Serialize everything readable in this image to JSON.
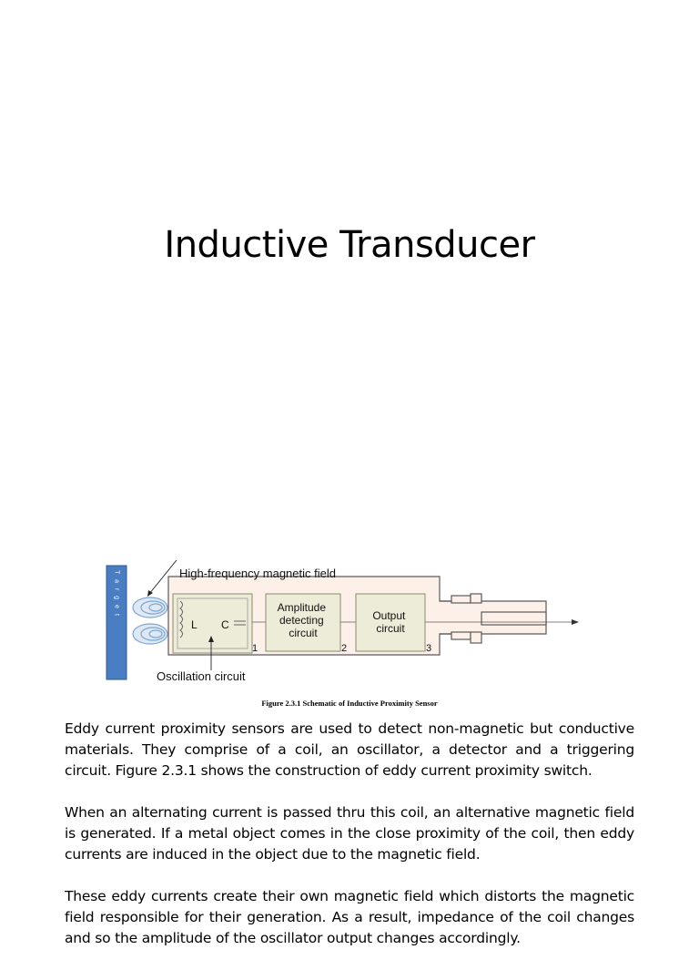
{
  "page": {
    "title": "Inductive Transducer"
  },
  "figure": {
    "target_label": "T a r g e t",
    "field_label": "High-frequency magnetic field",
    "inductor_label": "L",
    "capacitor_label": "C",
    "amplitude_block": [
      "Amplitude",
      "detecting",
      "circuit"
    ],
    "output_block": [
      "Output",
      "circuit"
    ],
    "node_1": "1",
    "node_2": "2",
    "node_3": "3",
    "oscillation_label": "Oscillation circuit",
    "caption": "Figure 2.3.1 Schematic of Inductive Proximity Sensor",
    "colors": {
      "target": "#4a7ec3",
      "housing_fill": "#fdf0e8",
      "block_fill": "#ececd9",
      "coil": "#7fa6cf"
    }
  },
  "paragraphs": [
    "Eddy current proximity sensors are used to detect non-magnetic but conductive materials. They comprise of a coil, an oscillator, a detector and a triggering circuit. Figure 2.3.1 shows the construction of eddy current proximity switch.",
    "When an alternating current is passed thru this coil, an alternative magnetic field is generated. If a metal object comes in the close proximity of the coil, then eddy currents are induced in the object due to the magnetic field.",
    "These eddy currents create their own magnetic field which distorts the magnetic field responsible for their generation. As a result, impedance of the coil changes and so the amplitude of the oscillator output changes accordingly."
  ]
}
